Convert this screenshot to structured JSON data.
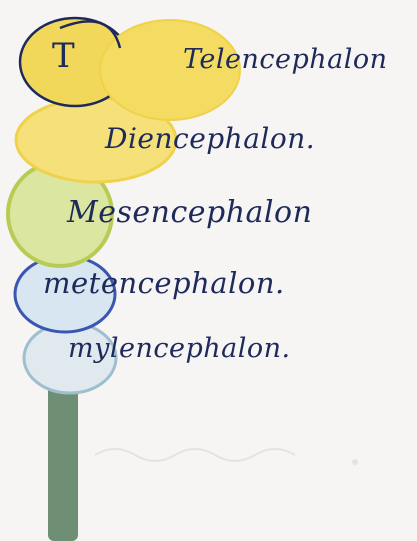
{
  "diagram": {
    "labels": {
      "telencephalon": "Telencephalon",
      "t_letter": "T",
      "diencephalon": "Diencephalon.",
      "mesencephalon": "Mesencephalon",
      "metencephalon": "metencephalon.",
      "myelencephalon": "mylencephalon."
    },
    "colors": {
      "telencephalon": "#f2d85a",
      "diencephalon": "#f6e07a",
      "mesencephalon": "#dbe6a0",
      "metencephalon": "#d7e6f0",
      "myelencephalon": "#dfe9ee",
      "spinal_cord": "#6f8f74",
      "outline": "#1d2a5a",
      "paper": "#f7f5f4"
    }
  }
}
